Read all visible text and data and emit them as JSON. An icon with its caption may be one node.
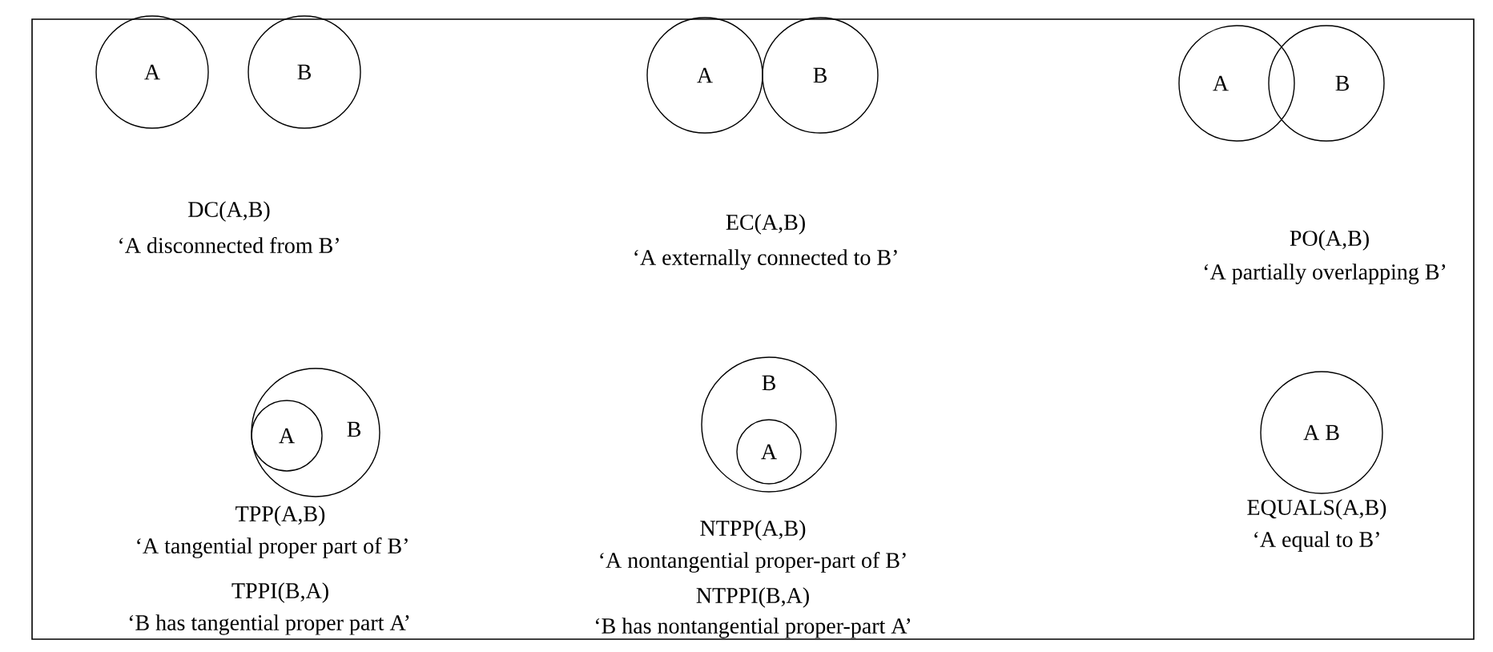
{
  "diagram": {
    "nodes": [
      {
        "text": [
          "A"
        ]
      },
      {
        "text": [
          "B"
        ]
      },
      {
        "text": [
          "A"
        ]
      },
      {
        "text": [
          "B"
        ]
      },
      {
        "text": [
          "A"
        ]
      },
      {
        "text": [
          "B"
        ]
      },
      {
        "text": [
          "B"
        ]
      },
      {
        "text": [
          "A"
        ],
        "in": 6
      },
      {
        "text": [
          "B"
        ]
      },
      {
        "text": [
          "A"
        ],
        "in": 8
      },
      {
        "text": [
          "A B"
        ]
      }
    ],
    "labels": [
      "DC(A,B)",
      "‘A disconnected from B’",
      "EC(A,B)",
      "‘A externally connected to B’",
      "PO(A,B)",
      "‘A partially overlapping B’",
      "TPP(A,B)",
      "‘A tangential proper part of B’",
      "NTPP(A,B)",
      "‘A nontangential proper-part of B’",
      "EQUALS(A,B)",
      "‘A equal to B’",
      "TPPI(B,A)",
      "‘B has tangential proper part A’",
      "NTPPI(B,A)",
      "‘B  has nontangential proper-part A’"
    ]
  }
}
